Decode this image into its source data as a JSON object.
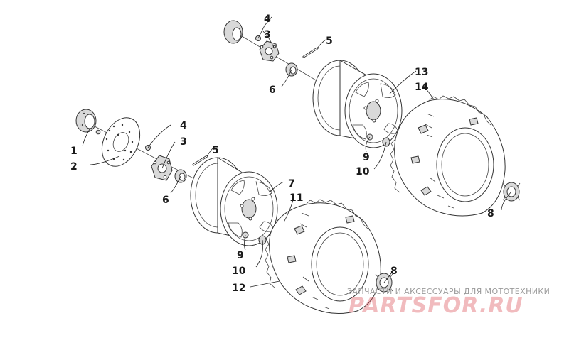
{
  "diagram": {
    "callouts": [
      "1",
      "2",
      "3",
      "4",
      "5",
      "6",
      "7",
      "8",
      "9",
      "10",
      "11",
      "12",
      "13",
      "14"
    ]
  },
  "watermark": {
    "tagline": "ЗАПЧАСТИ И АКСЕССУАРЫ ДЛЯ МОТОТЕХНИКИ",
    "brand": "PARTSFOR.RU",
    "color": "#d63c46"
  }
}
